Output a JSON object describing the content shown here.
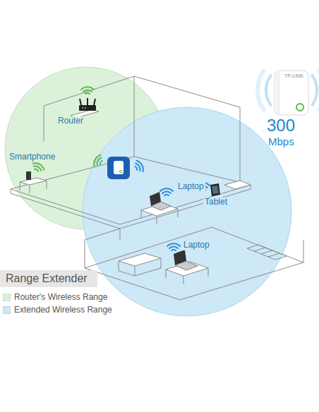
{
  "diagram": {
    "title": "Range Extender",
    "labels": [
      "Router",
      "Smartphone",
      "Laptop",
      "Tablet",
      "Laptop",
      "300",
      "Mbps",
      "TP-LINK"
    ],
    "legend": [
      {
        "text": "Router's Wireless Range",
        "color": "#dcf1d9"
      },
      {
        "text": "Extended Wireless Range",
        "color": "#cde8f7"
      }
    ]
  }
}
